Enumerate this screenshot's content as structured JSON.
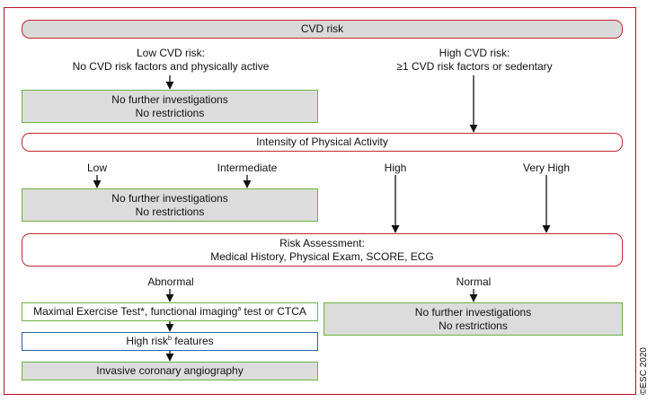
{
  "cvd_risk": "CVD risk",
  "low_risk": {
    "line1": "Low CVD risk:",
    "line2": "No CVD risk factors and physically active"
  },
  "high_risk": {
    "line1": "High CVD risk:",
    "line2": "≥1 CVD risk factors or sedentary"
  },
  "no_further_1": {
    "line1": "No further investigations",
    "line2": "No restrictions"
  },
  "intensity": "Intensity of Physical Activity",
  "levels": {
    "low": "Low",
    "intermediate": "Intermediate",
    "high": "High",
    "very_high": "Very High"
  },
  "no_further_2": {
    "line1": "No further investigations",
    "line2": "No restrictions"
  },
  "risk_assessment": {
    "line1": "Risk Assessment:",
    "line2": "Medical History, Physical Exam, SCORE, ECG"
  },
  "abnormal": "Abnormal",
  "normal": "Normal",
  "exercise_test": {
    "part1": "Maximal Exercise Test*, functional imaging",
    "sup": "a",
    "part2": " test or CTCA"
  },
  "high_risk_features": {
    "part1": "High risk",
    "sup": "b",
    "part2": " features"
  },
  "angiography": "Invasive coronary angiography",
  "no_further_3": {
    "line1": "No further investigations",
    "line2": "No restrictions"
  },
  "copyright": "©ESC 2020",
  "colors": {
    "frame": "#b5121b",
    "green": "#6db33f",
    "blue": "#2f5fa8",
    "grey": "#dcdcdc"
  }
}
